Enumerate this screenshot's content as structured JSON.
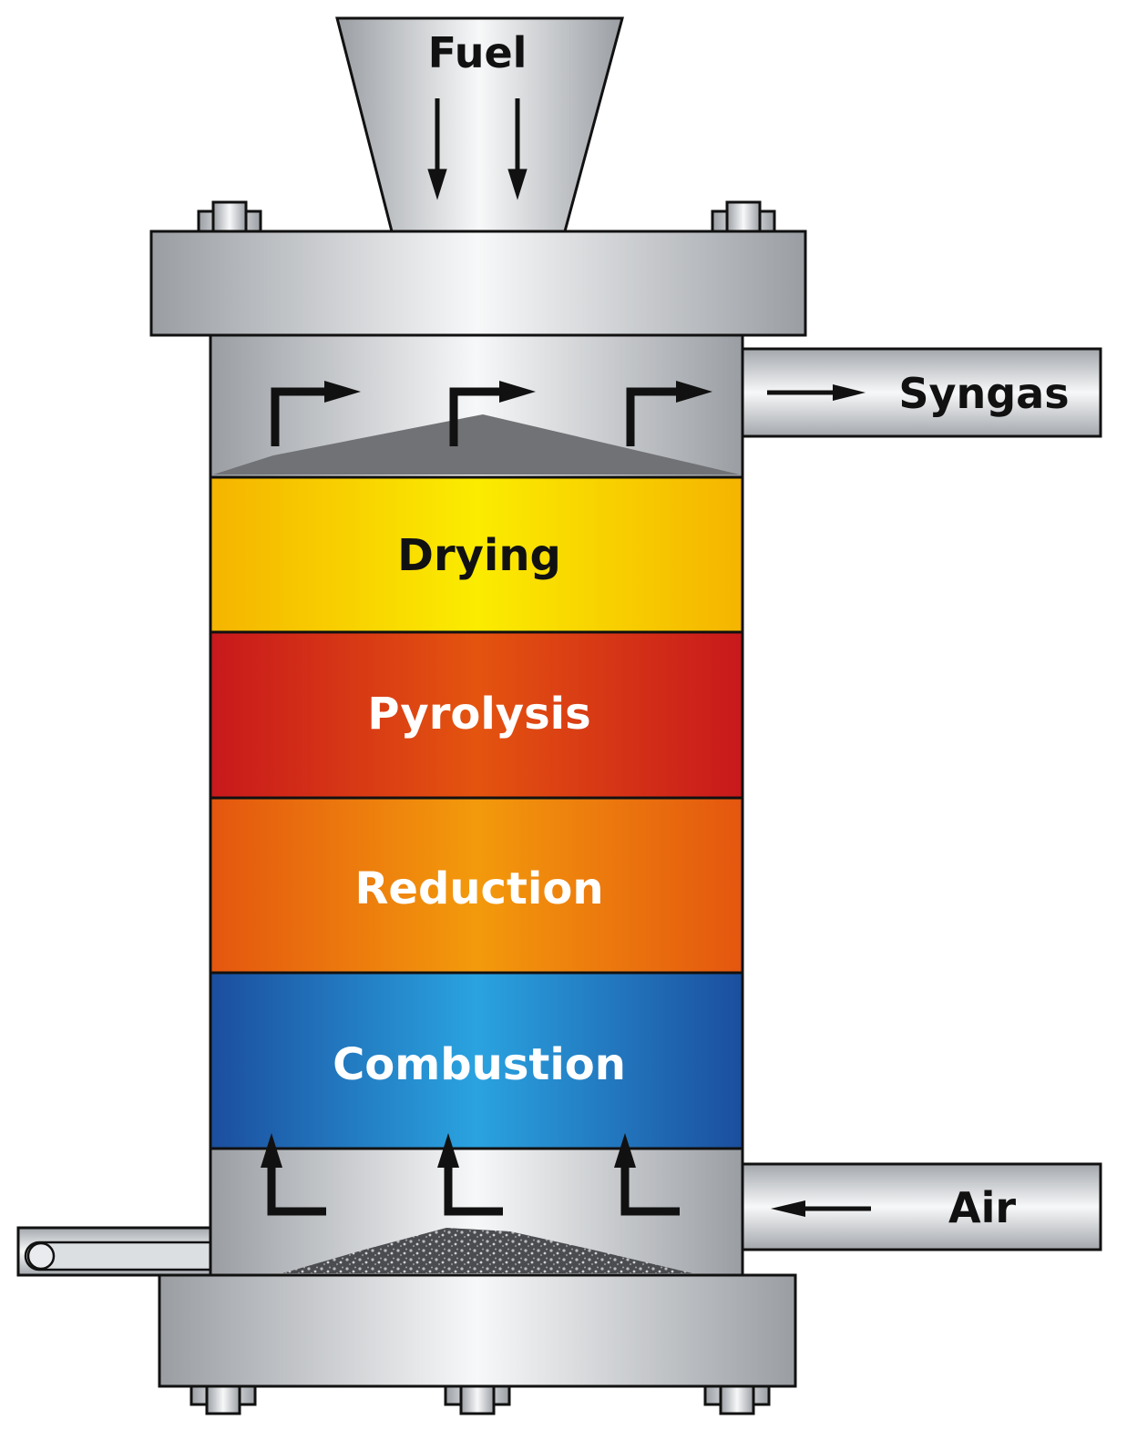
{
  "labels": {
    "fuel": "Fuel",
    "syngas": "Syngas",
    "air": "Air"
  },
  "zones": [
    {
      "name": "Drying",
      "text_color": "#111111"
    },
    {
      "name": "Pyrolysis",
      "text_color": "#ffffff"
    },
    {
      "name": "Reduction",
      "text_color": "#ffffff"
    },
    {
      "name": "Combustion",
      "text_color": "#ffffff"
    }
  ],
  "colors": {
    "steel_dark": "#9a9ea3",
    "steel_light": "#f7f8f9",
    "ash": "#707275",
    "drying_edge": "#f5b400",
    "drying_mid": "#fbec00",
    "pyrolysis_edge": "#c8181c",
    "pyrolysis_mid": "#e4540f",
    "reduction_edge": "#e4560f",
    "reduction_mid": "#f39a0c",
    "combustion_edge": "#1b4e9e",
    "combustion_mid": "#2aa3e0"
  },
  "icons": {
    "flow_down": "arrow-down-icon",
    "flow_right": "arrow-right-icon",
    "flow_left": "arrow-left-icon",
    "flow_turn_up_right": "elbow-arrow-right-icon",
    "flow_turn_up": "elbow-arrow-up-icon"
  }
}
